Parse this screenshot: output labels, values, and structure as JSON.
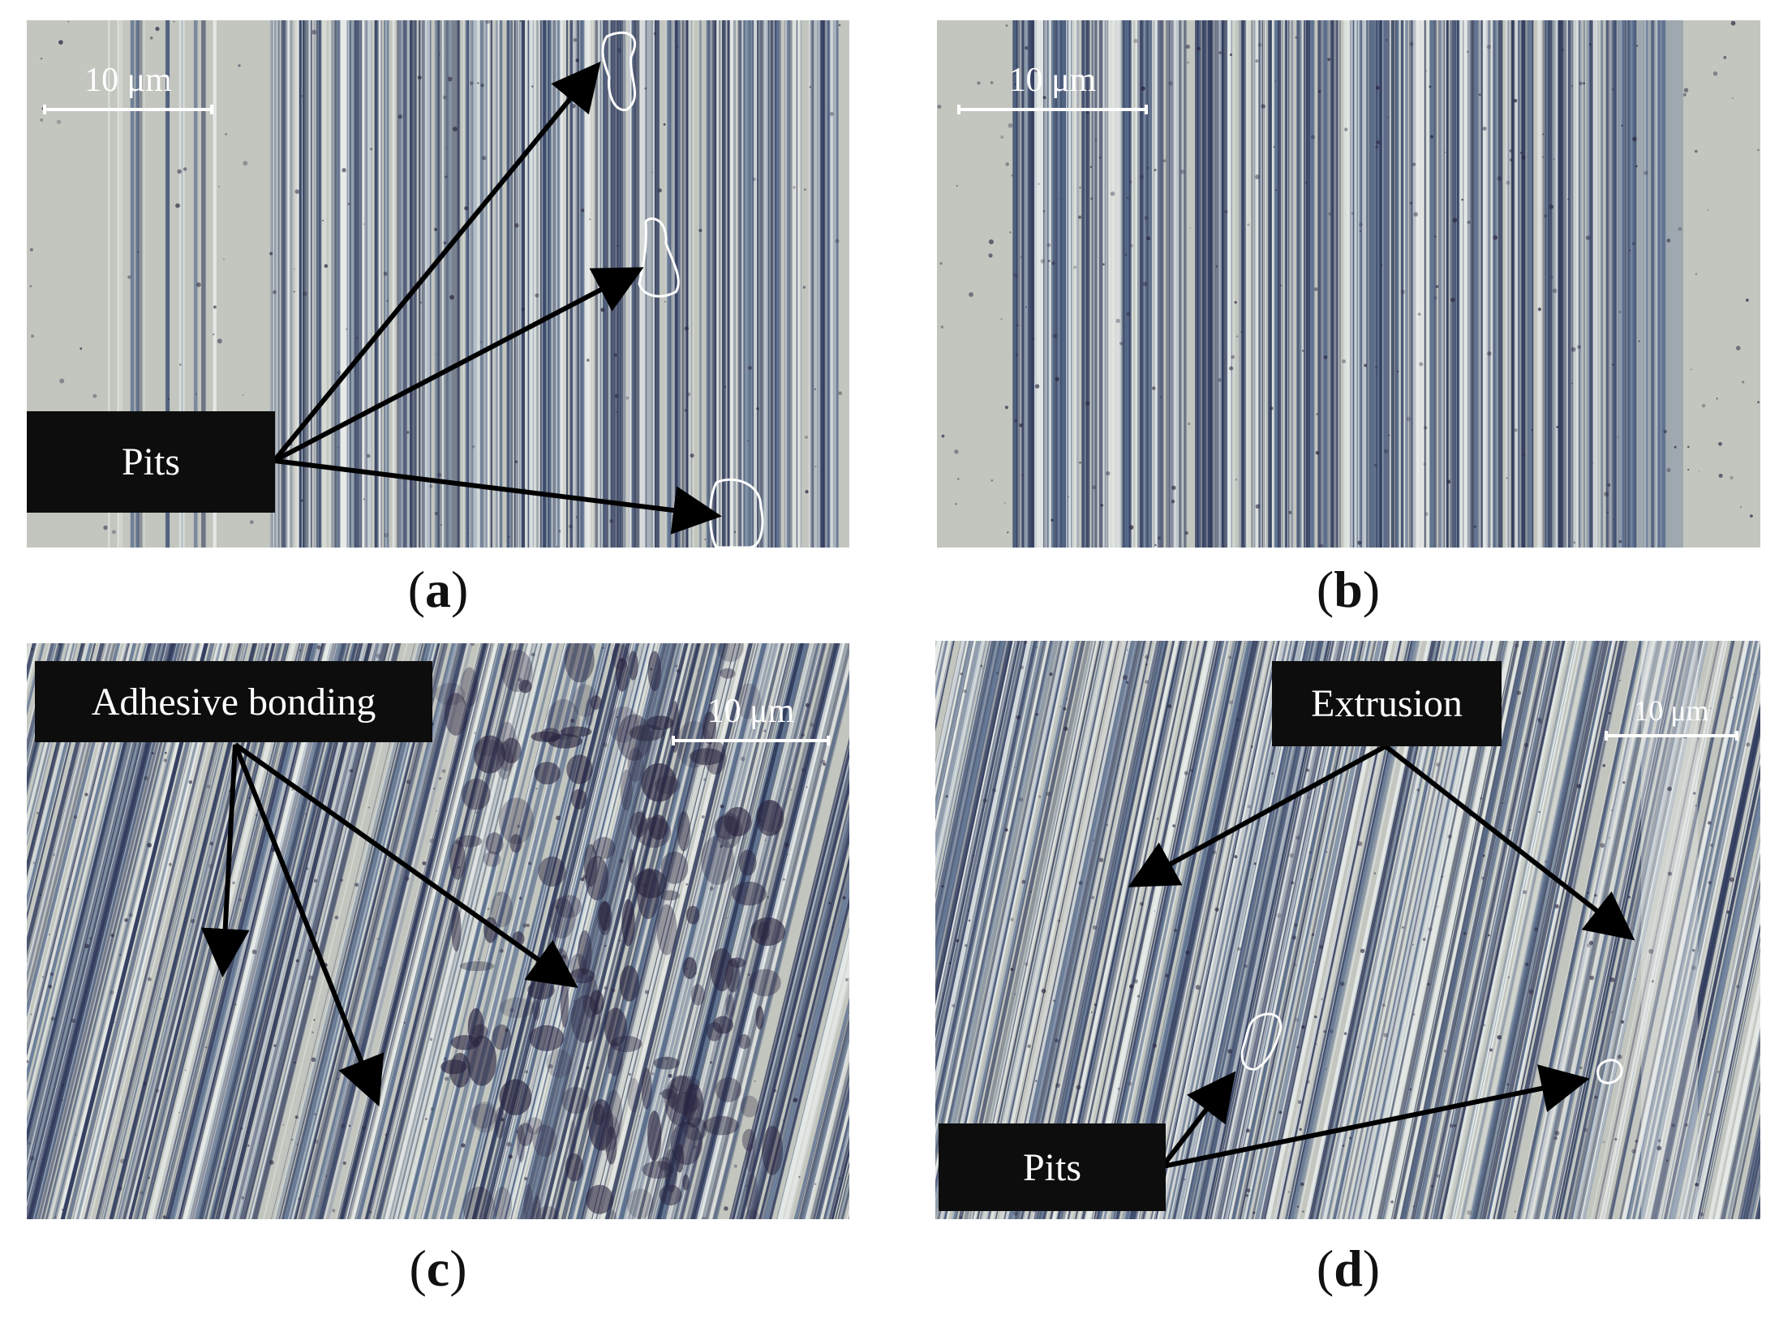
{
  "panels": {
    "a": {
      "caption_open": "(",
      "caption_letter": "a",
      "caption_close": ")",
      "scale_text": "10 μm",
      "label": "Pits"
    },
    "b": {
      "caption_open": "(",
      "caption_letter": "b",
      "caption_close": ")",
      "scale_text": "10 μm"
    },
    "c": {
      "caption_open": "(",
      "caption_letter": "c",
      "caption_close": ")",
      "scale_text": "10 μm",
      "label": "Adhesive bonding"
    },
    "d": {
      "caption_open": "(",
      "caption_letter": "d",
      "caption_close": ")",
      "scale_text": "10 μm",
      "label_top": "Extrusion",
      "label_bottom": "Pits"
    }
  },
  "colors": {
    "surface_light": "#c3c6bf",
    "groove_dark": "#2f3a5c",
    "groove_mid": "#5b6f8e",
    "groove_light": "#e8ecea",
    "debris": "#2a2540",
    "label_bg": "#0d0d0d"
  }
}
